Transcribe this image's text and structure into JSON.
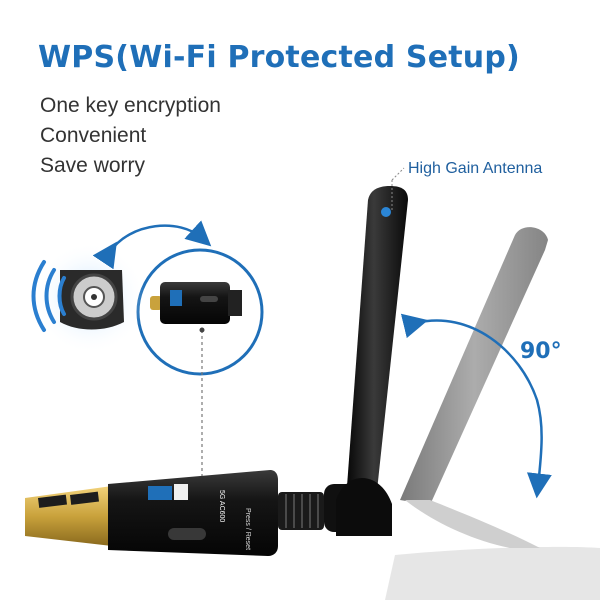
{
  "header": {
    "title": "WPS(Wi-Fi Protected Setup)"
  },
  "features": [
    "One key encryption",
    "Convenient",
    "Save worry"
  ],
  "callouts": {
    "antenna": "High Gain Antenna",
    "angle": "90°"
  },
  "device": {
    "chip_label": "5G AC600",
    "side_label": "Press / Reset"
  },
  "colors": {
    "accent_blue": "#1f6fb8",
    "body_black": "#151515",
    "antenna_gray": "#8f8f8f",
    "usb_gold": "#c9a23c"
  },
  "icons": [
    "wps-button-icon",
    "wifi-signal-icon",
    "rotate-arrow-icon",
    "usb-connector-icon"
  ]
}
